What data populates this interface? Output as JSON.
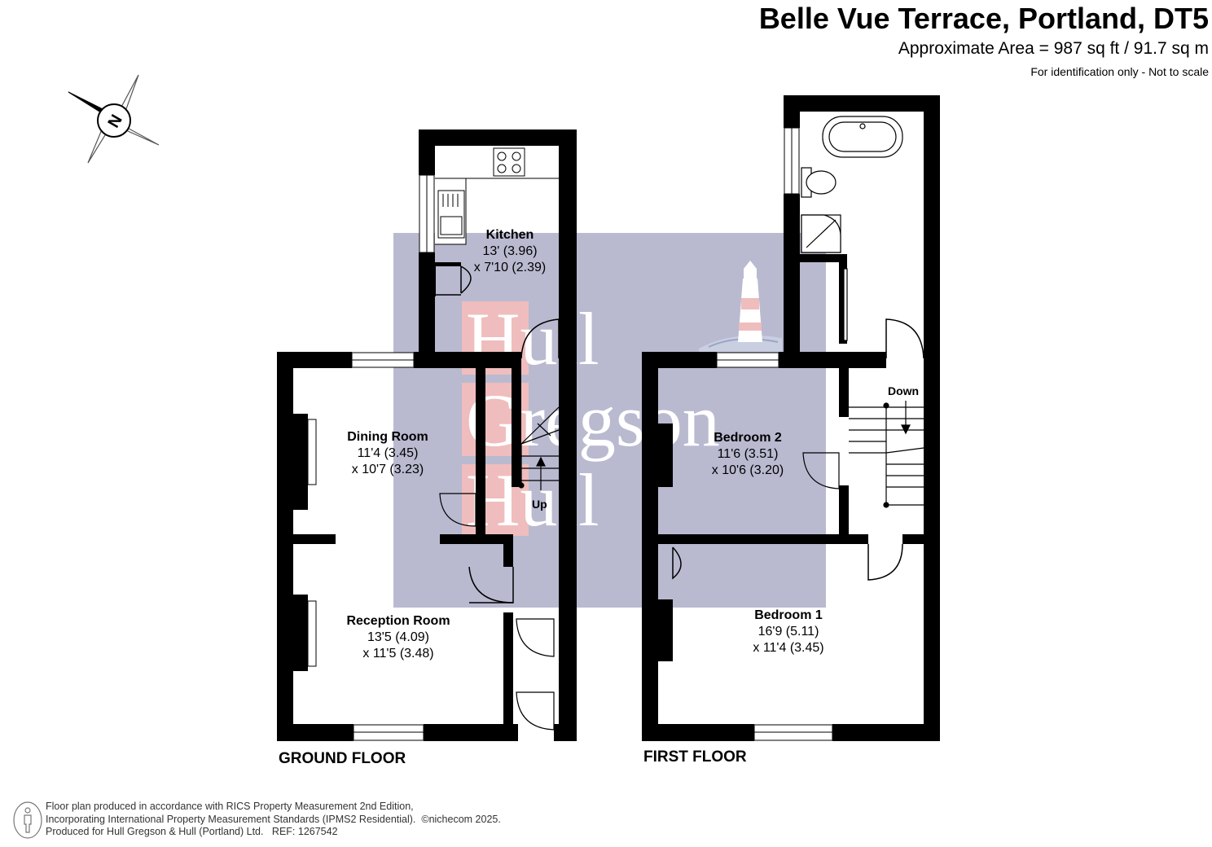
{
  "header": {
    "title": "Belle Vue Terrace, Portland, DT5",
    "area": "Approximate Area = 987 sq ft / 91.7 sq m",
    "note": "For identification only - Not to scale"
  },
  "compass": {
    "letter": "N"
  },
  "watermark": {
    "lines": [
      {
        "first": "H",
        "rest": "ull"
      },
      {
        "first": "G",
        "rest": "regson"
      },
      {
        "first": "H",
        "rest": "ull"
      }
    ],
    "panel_color": "#b9bad0",
    "accent_color": "#efbdbd"
  },
  "floors": {
    "ground": {
      "label": "GROUND FLOOR",
      "rooms": [
        {
          "name": "Kitchen",
          "dim1": "13' (3.96)",
          "dim2": "x 7'10 (2.39)"
        },
        {
          "name": "Dining Room",
          "dim1": "11'4 (3.45)",
          "dim2": "x 10'7 (3.23)"
        },
        {
          "name": "Reception Room",
          "dim1": "13'5 (4.09)",
          "dim2": "x 11'5 (3.48)"
        }
      ],
      "stairs_label": "Up"
    },
    "first": {
      "label": "FIRST FLOOR",
      "rooms": [
        {
          "name": "Bedroom 2",
          "dim1": "11'6 (3.51)",
          "dim2": "x 10'6 (3.20)"
        },
        {
          "name": "Bedroom 1",
          "dim1": "16'9 (5.11)",
          "dim2": "x 11'4 (3.45)"
        }
      ],
      "stairs_label": "Down"
    }
  },
  "footer": {
    "line1": "Floor plan produced in accordance with RICS Property Measurement 2nd Edition,",
    "line2": "Incorporating International Property Measurement Standards (IPMS2 Residential).",
    "copyright": "©nichecom 2025.",
    "line3": "Produced for Hull Gregson & Hull (Portland) Ltd.",
    "ref": "REF: 1267542"
  }
}
